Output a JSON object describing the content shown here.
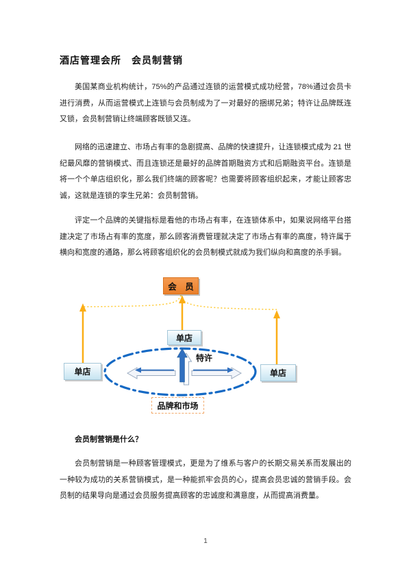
{
  "doc": {
    "title": "酒店管理会所　会员制营销",
    "paragraphs": [
      "美国某商业机构统计，75%的产品通过连锁的运营模式成功经营，78%通过会员卡进行消费，从而运营模式上连锁与会员制成为了一对最好的捆绑兄弟；特许让品牌既连又锁，会员制营销让终端顾客既锁又连。",
      "网络的迅速建立、市场占有率的急剧提高、品牌的快速提升，让连锁模式成为 21 世纪最风靡的营销模式、而且连锁还是最好的品牌首期融资方式和后期融资平台。连锁是将一个个单店组织化，那么我们终端的顾客呢？也需要将顾客组织起来，才能让顾客忠诚，这就是连锁的孪生兄弟：会员制营销。",
      "评定一个品牌的关键指标是看他的市场占有率，在连锁体系中，如果说网络平台搭建决定了市场占有率的宽度，那么顾客消费管理就决定了市场占有率的高度，特许属于横向和宽度的通路，那么将顾客组织化的会员制模式就成为我们纵向和高度的杀手锏。",
      "会员制营销是一种顾客管理模式，更是为了维系与客户的长期交易关系而发展出的一种较为成功的关系营销模式，是一种能抓牢会员的心，提高会员忠诚的营销手段。会员制的结果导向是通过会员服务提高顾客的忠诚度和满意度，从而提高消费量。"
    ],
    "sub_heading": "会员制营销是什么？",
    "page_number": "1"
  },
  "diagram": {
    "member_label": "会　员",
    "store_top_label": "单店",
    "store_left_label": "单店",
    "store_right_label": "单店",
    "franchise_label": "特许",
    "brand_label": "品牌和市场",
    "colors": {
      "member_fill": "#F08C3C",
      "member_border": "#DA7420",
      "store_border": "#A3C6D8",
      "arrow_yellow": "#FBAE17",
      "dotted_yellow": "#FFC930",
      "ellipse_blue": "#1469C4",
      "arrow_blue": "#2F6FBF",
      "brand_border": "#F2A96A"
    }
  }
}
